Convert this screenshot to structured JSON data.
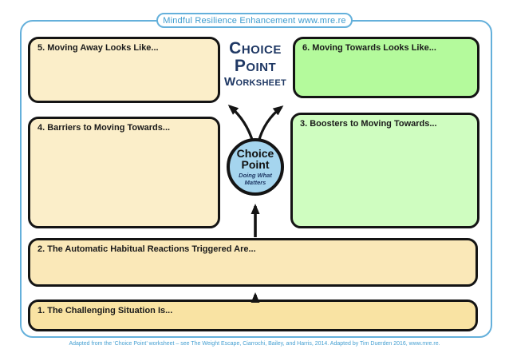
{
  "header": {
    "label": "Mindful Resilience Enhancement www.mre.re"
  },
  "title": {
    "line1": "Choice",
    "line2": "Point",
    "line3": "Worksheet"
  },
  "boxes": {
    "box5": {
      "label": "5. Moving Away Looks Like..."
    },
    "box6": {
      "label": "6. Moving Towards Looks Like..."
    },
    "box4": {
      "label": "4. Barriers to Moving Towards..."
    },
    "box3": {
      "label": "3. Boosters to Moving Towards..."
    },
    "box2": {
      "label": "2. The Automatic Habitual Reactions Triggered Are..."
    },
    "box1": {
      "label": "1. The Challenging Situation Is..."
    }
  },
  "choice_point": {
    "line1": "Choice",
    "line2": "Point",
    "subtitle": "Doing What Matters"
  },
  "footer": {
    "credit": "Adapted from the ‘Choice Point’ worksheet – see The Weight Escape, Ciarrochi, Bailey, and Harris, 2014. Adapted by Tim Duerden 2016, www.mre.re."
  },
  "colors": {
    "accent_blue": "#64B0DB",
    "header_text_blue": "#3D9BCE",
    "title_navy": "#1F3864",
    "cream_box": "#FBEEC9",
    "gold_box_2": "#FAE8B8",
    "gold_box_1": "#F9E3A3",
    "green_bright": "#B4FA9C",
    "green_light": "#CFFDC0",
    "circle_blue": "#A5D5EE",
    "arrow_black": "#141414"
  }
}
